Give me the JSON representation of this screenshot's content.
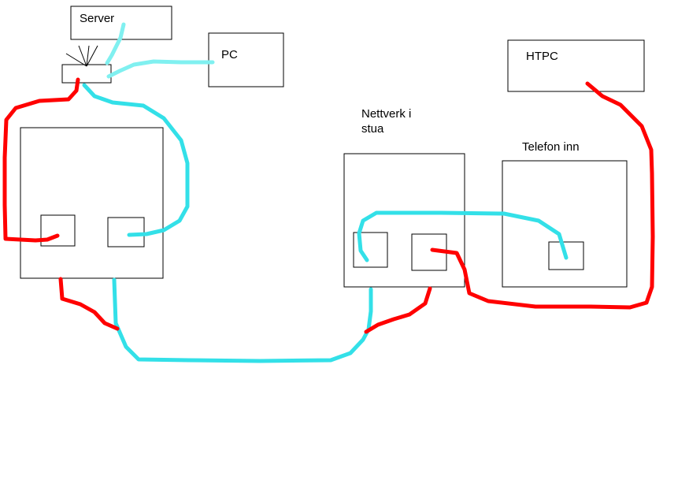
{
  "labels": {
    "server": "Server",
    "pc": "PC",
    "htpc": "HTPC",
    "living_room_network_line1": "Nettverk i",
    "living_room_network_line2": "stua",
    "phone_in": "Telefon inn"
  },
  "colors": {
    "red_wire": "#ff0000",
    "cyan_wire": "#33e0e8",
    "light_cyan_wire": "#80f0f0",
    "box_stroke": "#000000"
  }
}
